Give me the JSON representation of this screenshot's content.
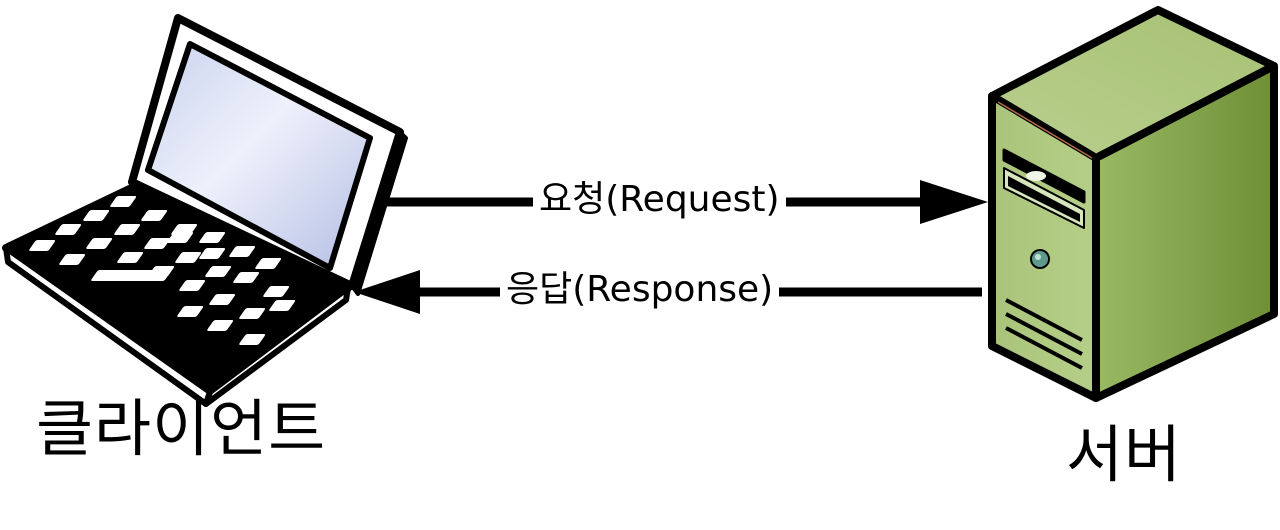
{
  "client": {
    "label": "클라이언트",
    "icon": "laptop-icon"
  },
  "server": {
    "label": "서버",
    "icon": "server-tower-icon",
    "color": "#8fae53"
  },
  "request": {
    "label": "요청(Request)",
    "direction": "client-to-server"
  },
  "response": {
    "label": "응답(Response)",
    "direction": "server-to-client"
  }
}
